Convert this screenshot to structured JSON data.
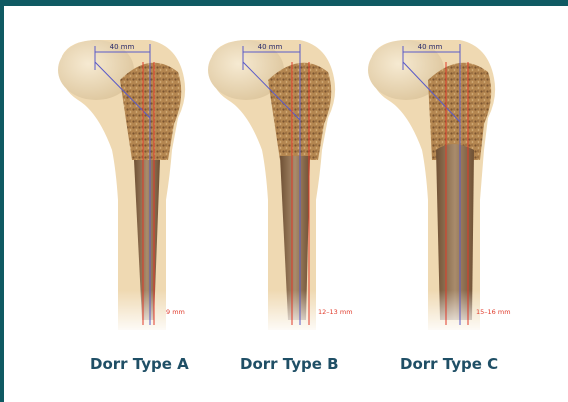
{
  "figures": [
    {
      "neck_label": "40 mm",
      "canal_label": "9 mm",
      "caption": "Dorr Type A"
    },
    {
      "neck_label": "40 mm",
      "canal_label": "12–13 mm",
      "caption": "Dorr Type B"
    },
    {
      "neck_label": "40 mm",
      "canal_label": "15–16 mm",
      "caption": "Dorr Type C"
    }
  ],
  "colors": {
    "border": "#0f5a63",
    "caption": "#1f4f66",
    "bone": "#efd9b2",
    "cancellous": "#a87a48",
    "canal": "#8a6a4a",
    "measure_red": "#e03a2a",
    "measure_blue": "#5a5ac8"
  }
}
